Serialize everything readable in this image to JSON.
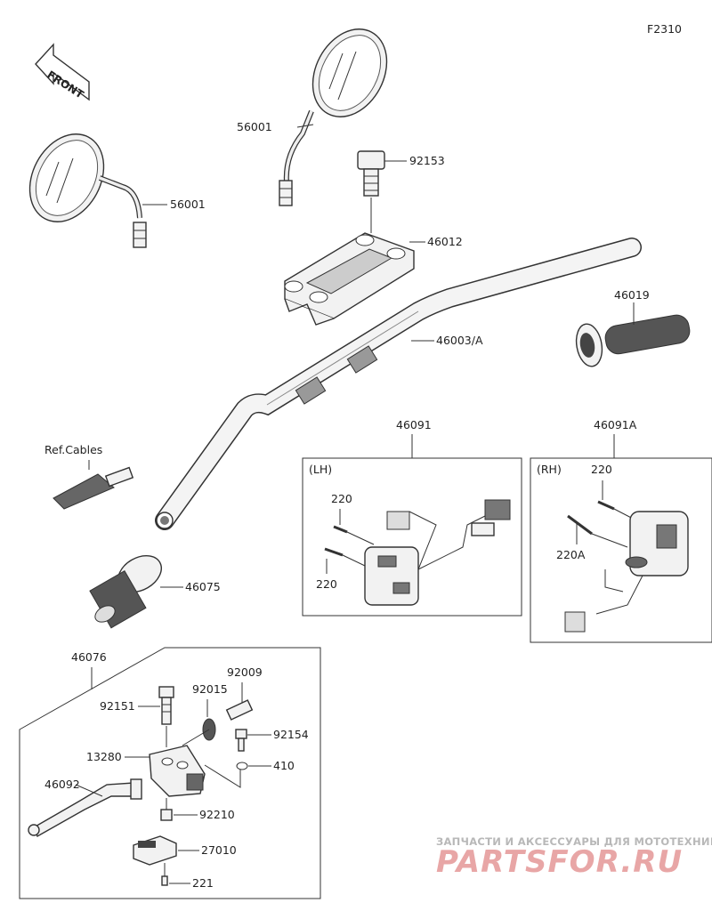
{
  "figure_code": "F2310",
  "front_label": "FRONT",
  "ref_label": "Ref.Cables",
  "box_lh_label": "(LH)",
  "box_rh_label": "(RH)",
  "parts": {
    "mirror_top": "56001",
    "mirror_left": "56001",
    "bolt_holder": "92153",
    "holder": "46012",
    "handlebar": "46003/A",
    "grip_right": "46019",
    "switch_lh": "46091",
    "switch_rh": "46091A",
    "screw_lh_1": "220",
    "screw_lh_2": "220",
    "screw_rh_1": "220",
    "screw_rh_2": "220A",
    "grip_left": "46075",
    "lever_assy": "46076",
    "bolt_lever": "92151",
    "nut_adjuster": "92015",
    "adjuster": "92009",
    "bolt_small": "92154",
    "bracket": "13280",
    "washer": "410",
    "lever": "46092",
    "nut": "92210",
    "switch": "27010",
    "screw": "221"
  },
  "watermark": {
    "top": "ЗАПЧАСТИ И АКСЕССУАРЫ ДЛЯ МОТОТЕХНИКИ",
    "brand": "PARTSFOR.RU"
  }
}
